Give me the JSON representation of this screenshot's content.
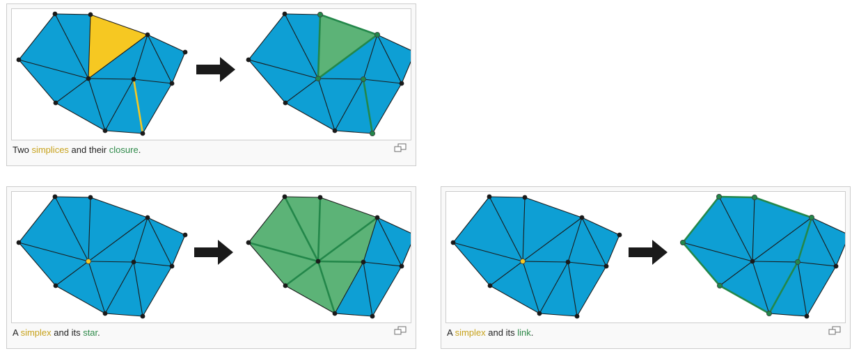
{
  "colors": {
    "face": "#0e9fd4",
    "edge": "#1a1a1a",
    "vertex": "#1a1a1a",
    "simplex": "#f6c822",
    "result_fill": "#5cb377",
    "result_edge": "#23874a",
    "arrow": "#1a1a1a"
  },
  "figures": {
    "closure": {
      "caption": {
        "prefix": "Two ",
        "term1": "simplices",
        "middle": " and their ",
        "term2": "closure",
        "suffix": "."
      }
    },
    "star": {
      "caption": {
        "prefix": "A ",
        "term1": "simplex",
        "middle": " and its ",
        "term2": "star",
        "suffix": "."
      }
    },
    "link": {
      "caption": {
        "prefix": "A ",
        "term1": "simplex",
        "middle": " and its ",
        "term2": "link",
        "suffix": "."
      }
    }
  },
  "icons": {
    "enlarge": "magnify-clip-icon",
    "arrow": "right-arrow-icon"
  }
}
